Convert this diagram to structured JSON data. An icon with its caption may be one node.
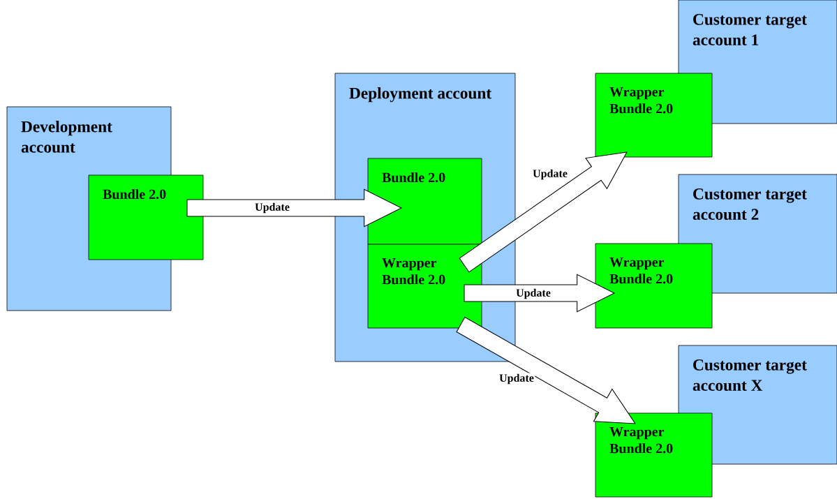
{
  "diagram": {
    "nodes": [
      {
        "text": [
          "Development account"
        ]
      },
      {
        "text": [
          "Bundle 2.0"
        ]
      },
      {
        "text": [
          "Deployment account"
        ]
      },
      {
        "text": [
          "Bundle 2.0"
        ],
        "in": 2
      },
      {
        "text": [
          "Wrapper Bundle 2.0"
        ],
        "in": 2
      },
      {
        "text": [
          "Customer target account 1"
        ]
      },
      {
        "text": [
          "Wrapper Bundle 2.0"
        ]
      },
      {
        "text": [
          "Customer target account 2"
        ]
      },
      {
        "text": [
          "Wrapper Bundle 2.0"
        ]
      },
      {
        "text": [
          "Customer target account X"
        ]
      },
      {
        "text": [
          "Wrapper Bundle 2.0"
        ]
      }
    ],
    "edges": [
      {
        "from": 1,
        "to": 3,
        "arrow": "to",
        "label": "Update"
      },
      {
        "from": 4,
        "to": 6,
        "arrow": "to",
        "label": "Update"
      },
      {
        "from": 4,
        "to": 8,
        "arrow": "to",
        "label": "Update"
      },
      {
        "from": 4,
        "to": 10,
        "arrow": "to",
        "label": "Update"
      }
    ]
  }
}
